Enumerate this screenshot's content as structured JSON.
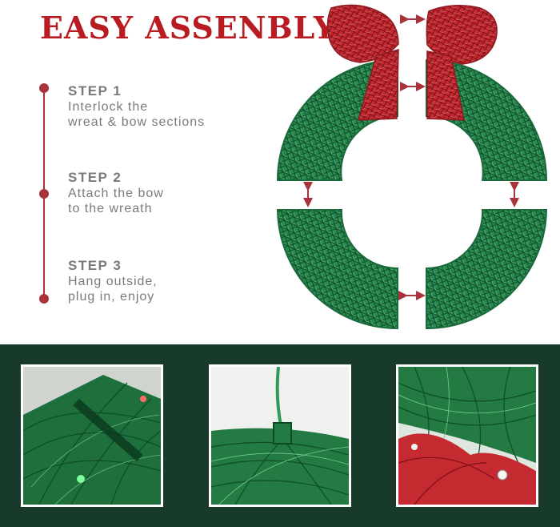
{
  "header": {
    "title": "EASY ASSENBLY"
  },
  "steps": [
    {
      "title": "STEP 1",
      "line1": "Interlock the",
      "line2": "wreat & bow sections"
    },
    {
      "title": "STEP 2",
      "line1": "Attach the bow",
      "line2": "to the wreath"
    },
    {
      "title": "STEP 3",
      "line1": "Hang outside,",
      "line2": "plug in, enjoy"
    }
  ],
  "colors": {
    "title_red": "#b81c22",
    "timeline_red": "#a8333a",
    "step_text": "#7a7a7a",
    "wreath_green": "#1f7a45",
    "bow_red": "#b8202a",
    "band_green": "#173a2b"
  },
  "photos": [
    {
      "subject": "wreath-section-joint-closeup"
    },
    {
      "subject": "cable-tie-attachment-closeup"
    },
    {
      "subject": "bow-and-wreath-lights-closeup"
    }
  ]
}
